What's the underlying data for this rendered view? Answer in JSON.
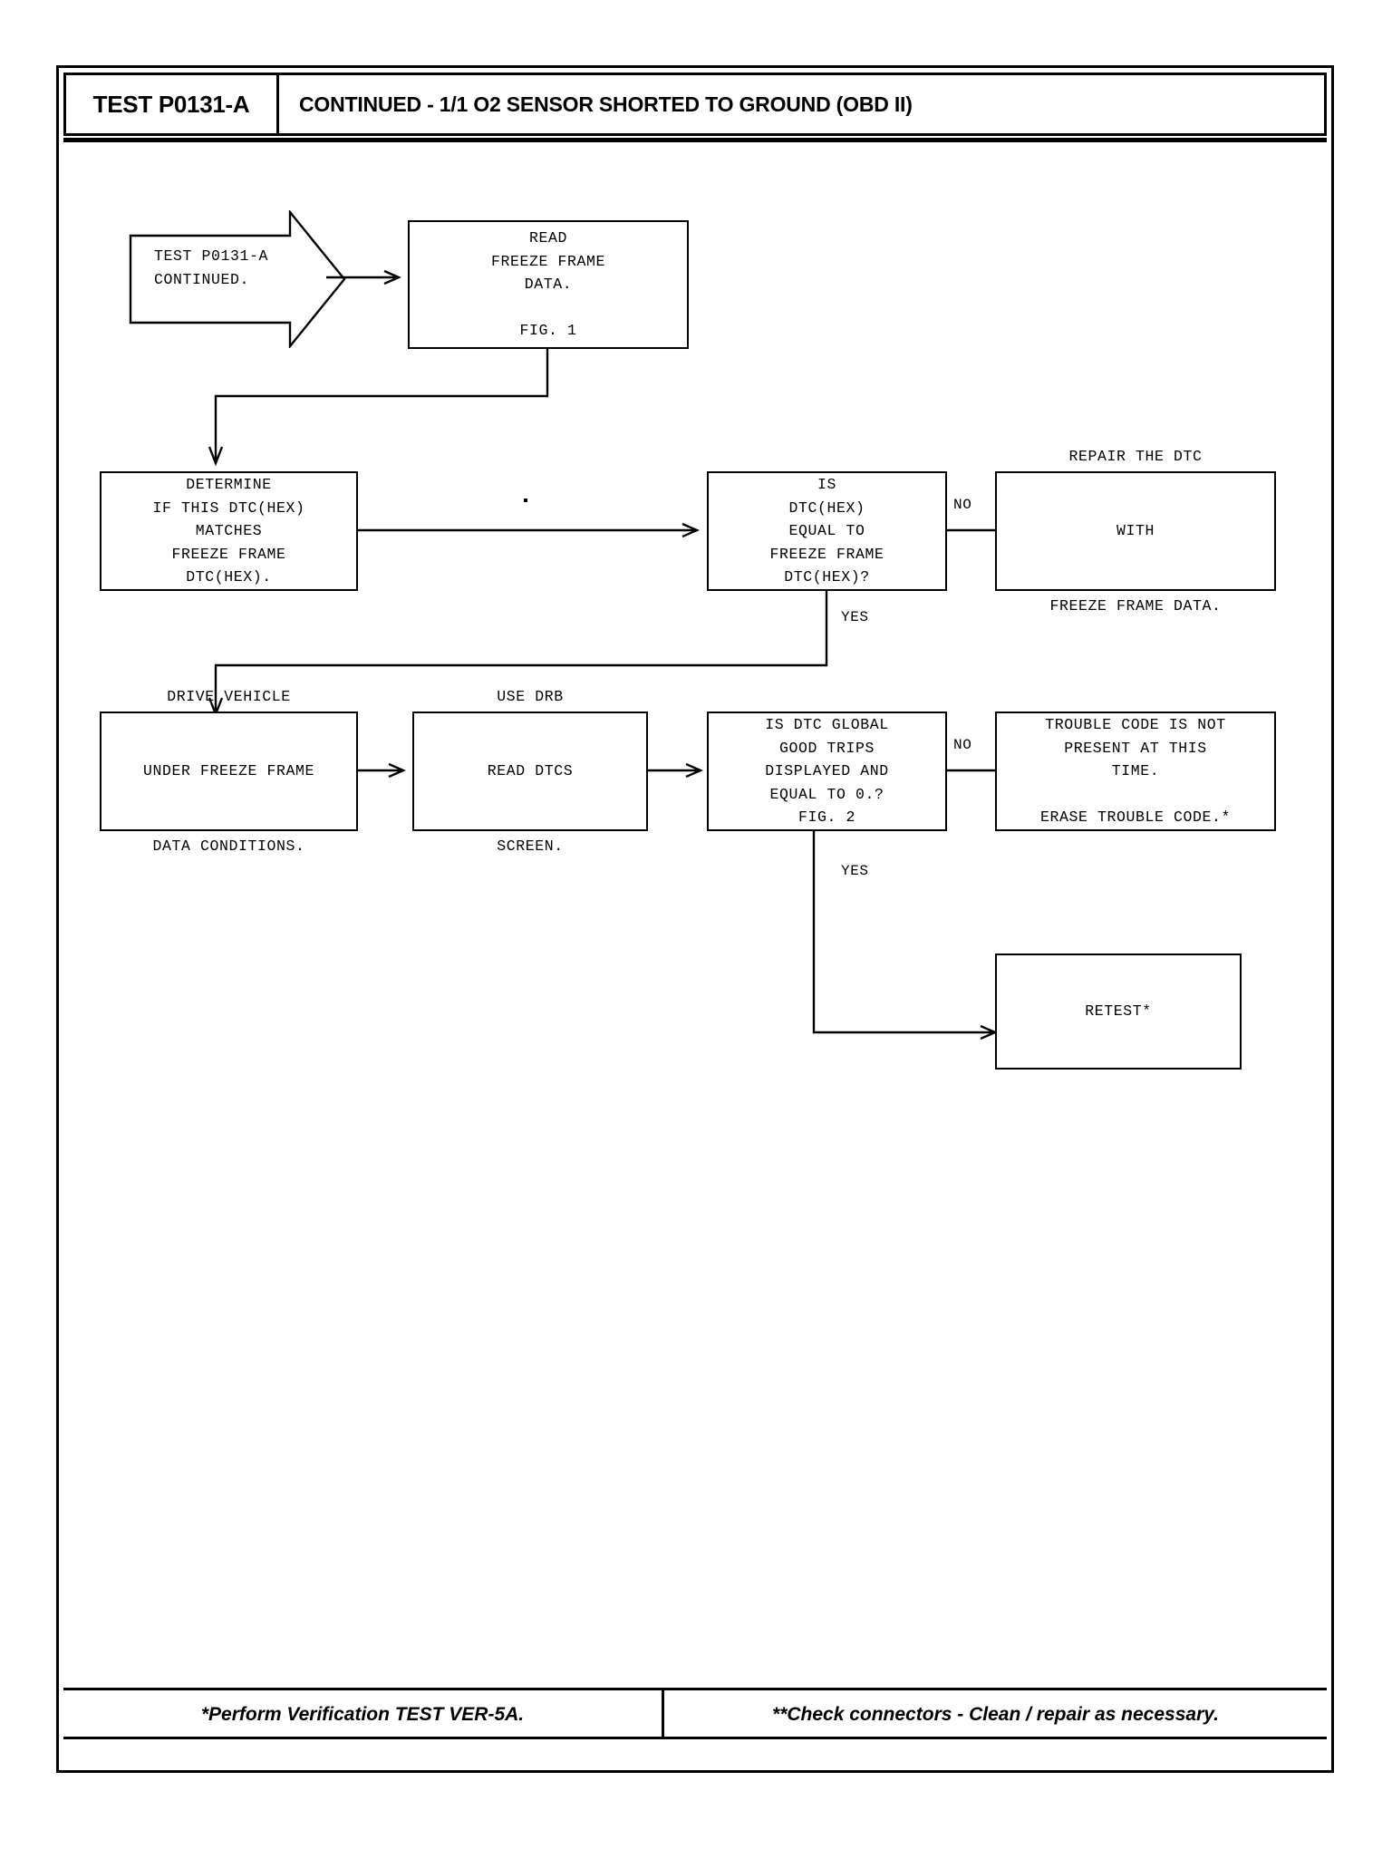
{
  "header": {
    "test_code": "TEST P0131-A",
    "title": "CONTINUED - 1/1 O2 SENSOR SHORTED TO GROUND (OBD II)"
  },
  "footer": {
    "left_note": "*Perform Verification TEST VER-5A.",
    "right_note": "**Check connectors - Clean / repair as necessary."
  },
  "flow": {
    "start": "TEST P0131-A\nCONTINUED.",
    "nodes": [
      {
        "id": "read-freeze-frame",
        "text": "READ\nFREEZE FRAME\nDATA.\n\nFIG. 1"
      },
      {
        "id": "determine-match",
        "text": "DETERMINE\nIF THIS DTC(HEX)\nMATCHES\nFREEZE FRAME\nDTC(HEX)."
      },
      {
        "id": "is-dtc-equal",
        "text": "IS\nDTC(HEX)\nEQUAL TO\nFREEZE FRAME\nDTC(HEX)?"
      },
      {
        "id": "repair-dtc",
        "text": "REPAIR THE DTC\n\nWITH\n\nFREEZE FRAME DATA."
      },
      {
        "id": "drive-vehicle",
        "text": "DRIVE VEHICLE\n\nUNDER FREEZE FRAME\n\nDATA CONDITIONS."
      },
      {
        "id": "use-drb",
        "text": "USE DRB\n\nREAD DTCS\n\nSCREEN."
      },
      {
        "id": "good-trips",
        "text": "IS DTC GLOBAL\nGOOD TRIPS\nDISPLAYED AND\nEQUAL TO 0.?\nFIG. 2"
      },
      {
        "id": "not-present",
        "text": "TROUBLE CODE IS NOT\nPRESENT AT THIS\nTIME.\n\nERASE TROUBLE CODE.*"
      },
      {
        "id": "retest",
        "text": "RETEST*"
      }
    ],
    "edge_labels": {
      "no_top": "NO",
      "yes_top": "YES",
      "no_bottom": "NO",
      "yes_bottom": "YES"
    }
  },
  "colors": {
    "ink": "#000000",
    "paper": "#ffffff"
  }
}
